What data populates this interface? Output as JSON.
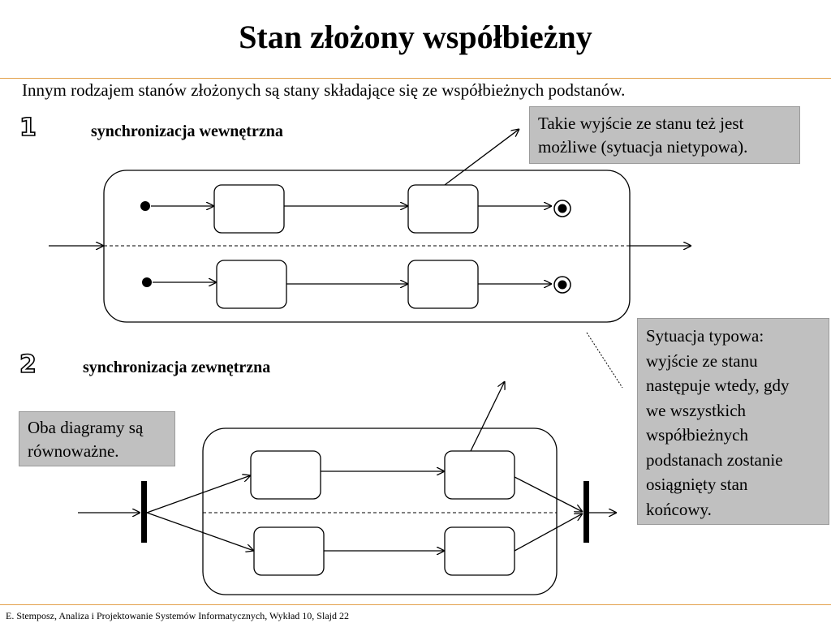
{
  "slide": {
    "title": "Stan złożony współbieżny",
    "intro": "Innym rodzajem stanów złożonych są stany  składające się ze współbieżnych podstanów.",
    "accent_color": "#e3a04a",
    "note_bg_color": "#c0c0c0"
  },
  "section1": {
    "number": "1",
    "heading": "synchronizacja wewnętrzna"
  },
  "section2": {
    "number": "2",
    "heading": "synchronizacja  zewnętrzna"
  },
  "notes": {
    "top": "Takie wyjście ze stanu też jest możliwe (sytuacja nietypowa).",
    "left": "Oba diagramy są równoważne.",
    "right_lines": [
      "Sytuacja typowa:",
      "wyjście ze stanu",
      "następuje wtedy, gdy",
      "we wszystkich",
      "współbieżnych",
      "podstanach zostanie",
      "osiągnięty stan",
      "końcowy."
    ]
  },
  "footer": "E. Stemposz, Analiza i Projektowanie Systemów Informatycznych, Wykład 10, Slajd 22"
}
